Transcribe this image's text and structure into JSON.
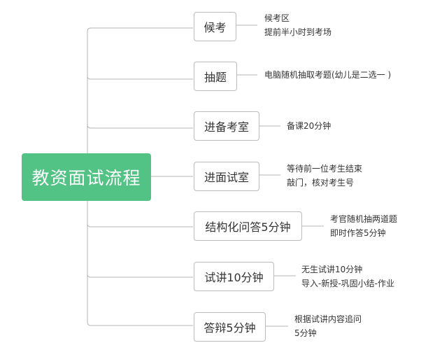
{
  "colors": {
    "root_bg": "#52c285",
    "root_text": "#ffffff",
    "connector": "#b4b4b4",
    "node_border": "#bcbcbc"
  },
  "root": {
    "label": "教资面试流程"
  },
  "steps": [
    {
      "label": "候考",
      "notes": [
        "候考区",
        "提前半小时到考场"
      ]
    },
    {
      "label": "抽题",
      "notes": [
        "电脑随机抽取考题(幼儿是二选一 )"
      ]
    },
    {
      "label": "进备考室",
      "notes": [
        "备课20分钟"
      ]
    },
    {
      "label": "进面试室",
      "notes": [
        "等待前一位考生结束",
        "敲门，核对考生号"
      ]
    },
    {
      "label": "结构化问答5分钟",
      "notes": [
        "考官随机抽两道题",
        "即时作答5分钟"
      ]
    },
    {
      "label": "试讲10分钟",
      "notes": [
        "无生试讲10分钟",
        "导入-新授-巩固小结-作业"
      ]
    },
    {
      "label": "答辩5分钟",
      "notes": [
        "根据试讲内容追问",
        "5分钟"
      ]
    }
  ]
}
